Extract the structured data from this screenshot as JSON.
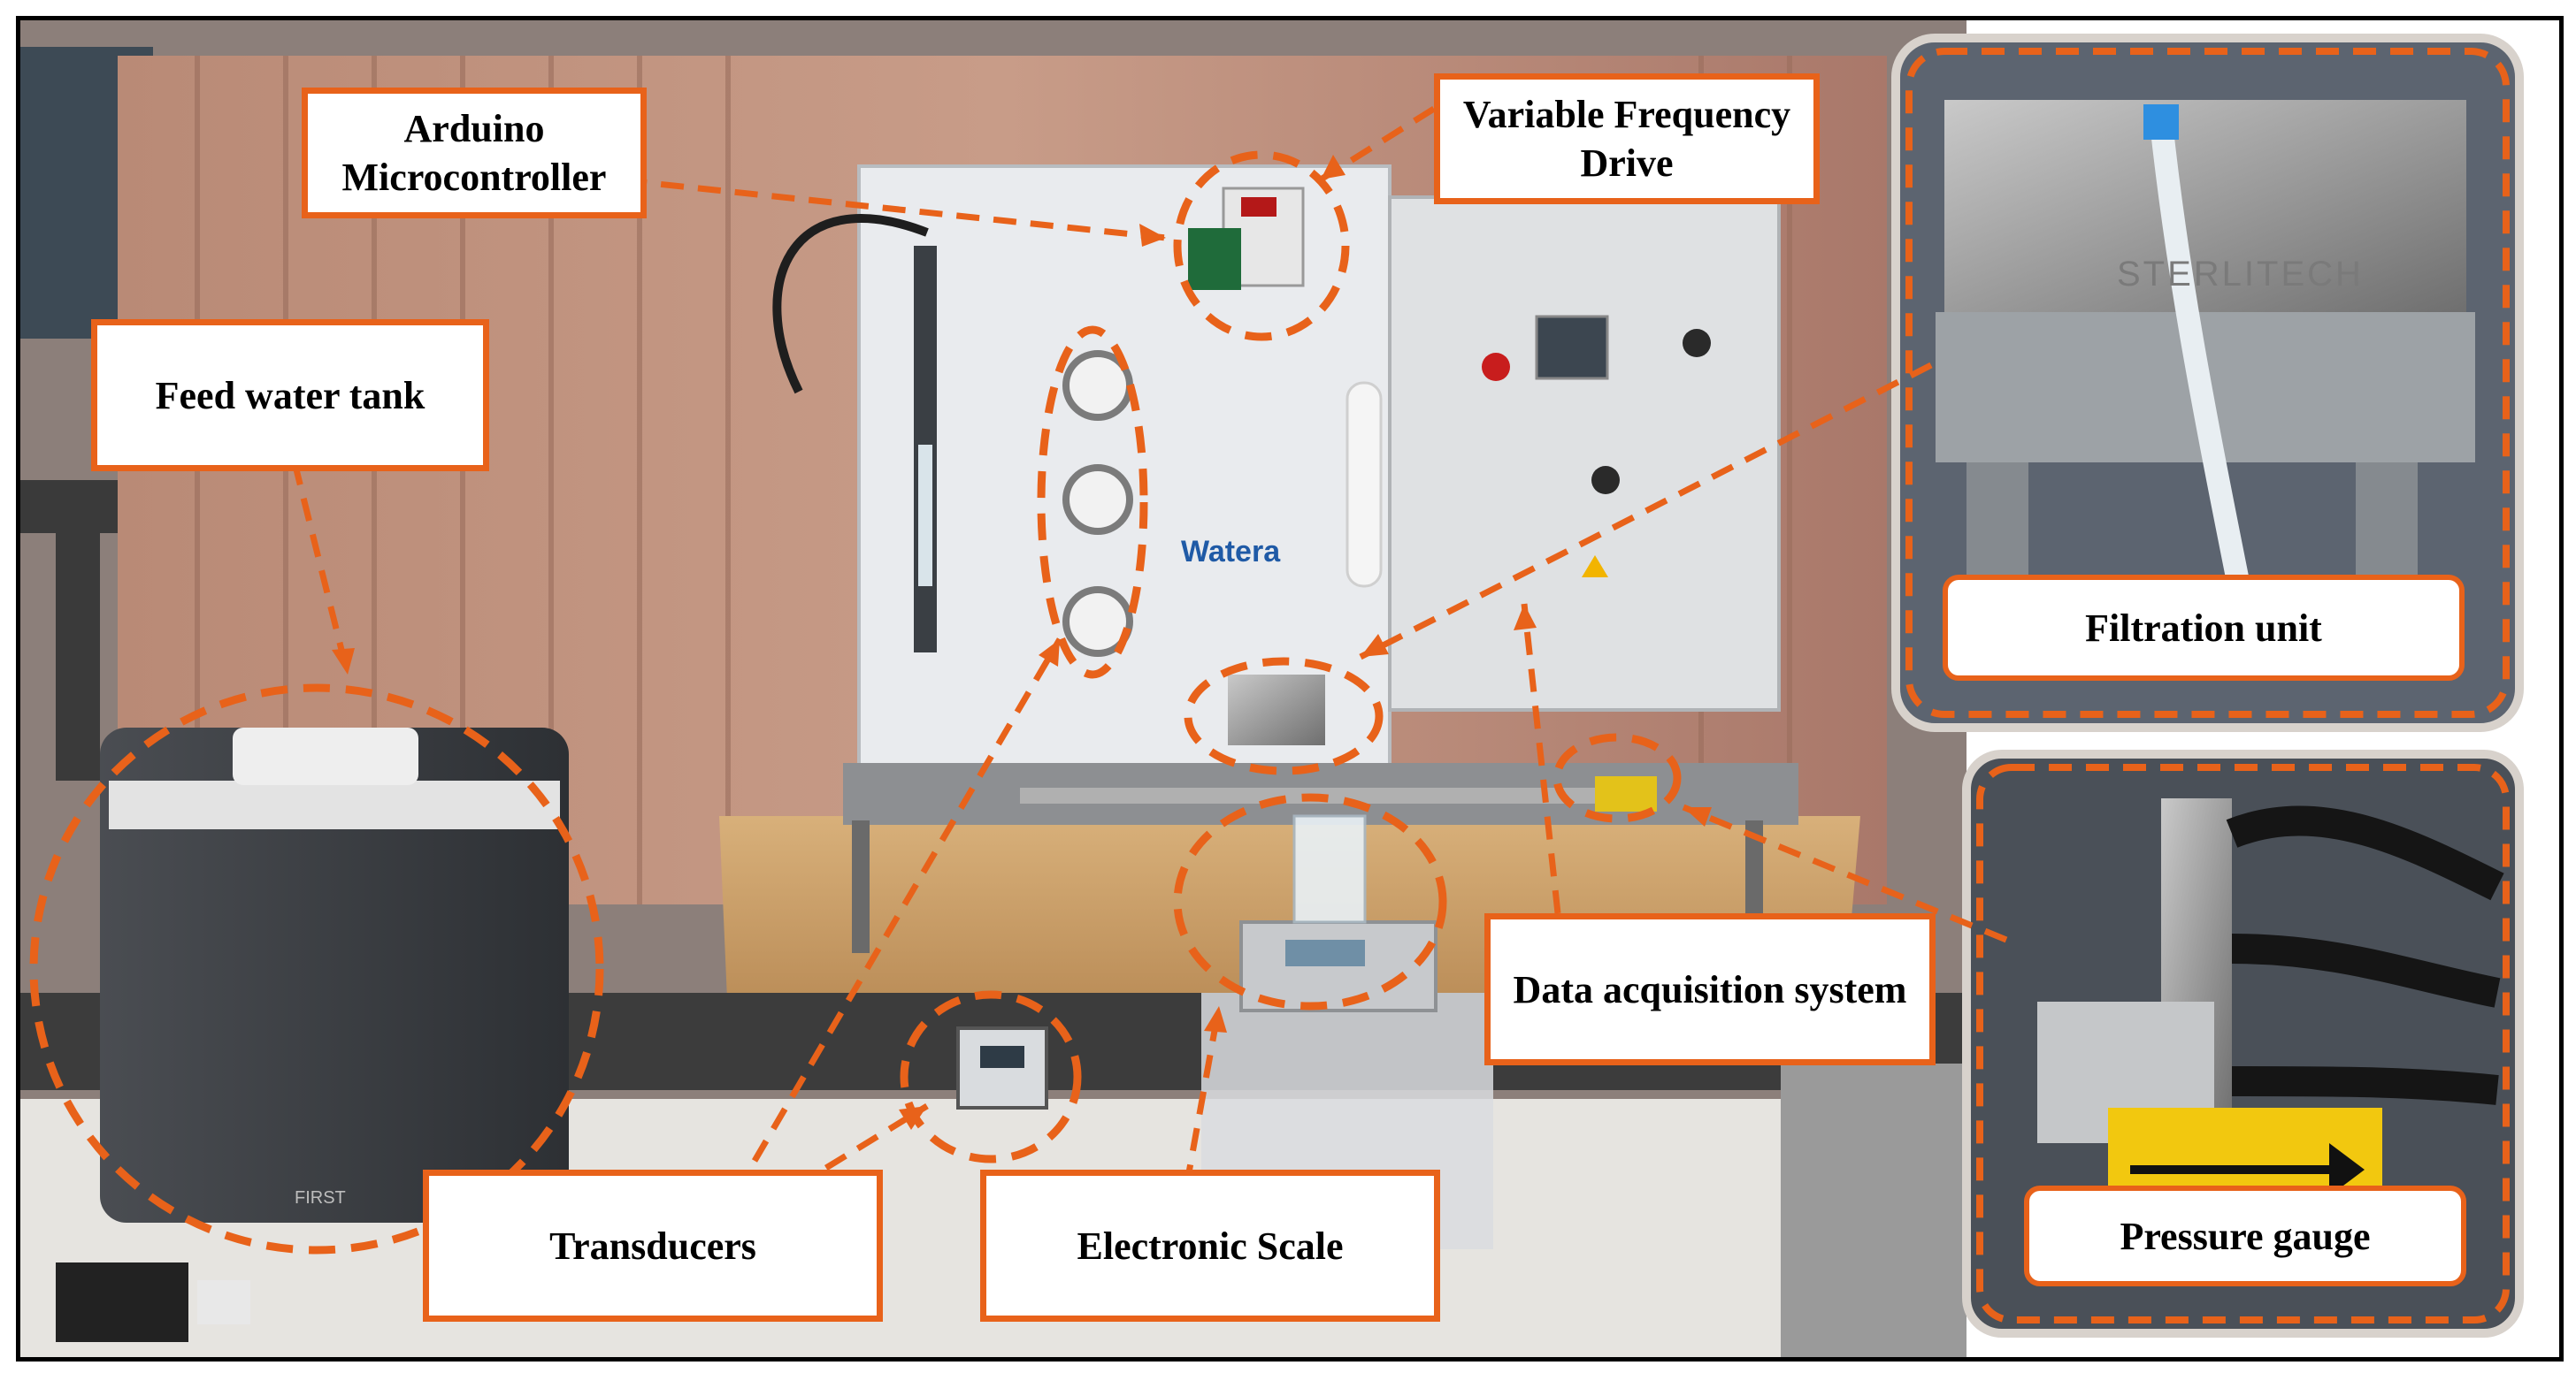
{
  "labels": {
    "arduino": "Arduino Microcontroller",
    "vfd": "Variable Frequency Drive",
    "feed_tank": "Feed water tank",
    "transducers": "Transducers",
    "scale": "Electronic Scale",
    "daq": "Data acquisition system",
    "filtration": "Filtration unit",
    "pressure_gauge": "Pressure gauge"
  },
  "photo_text": {
    "brand": "Watera",
    "filter_brand": "STERLITECH",
    "tank_brand": "FIRST"
  },
  "colors": {
    "accent": "#e8621a",
    "frame": "#000000"
  }
}
